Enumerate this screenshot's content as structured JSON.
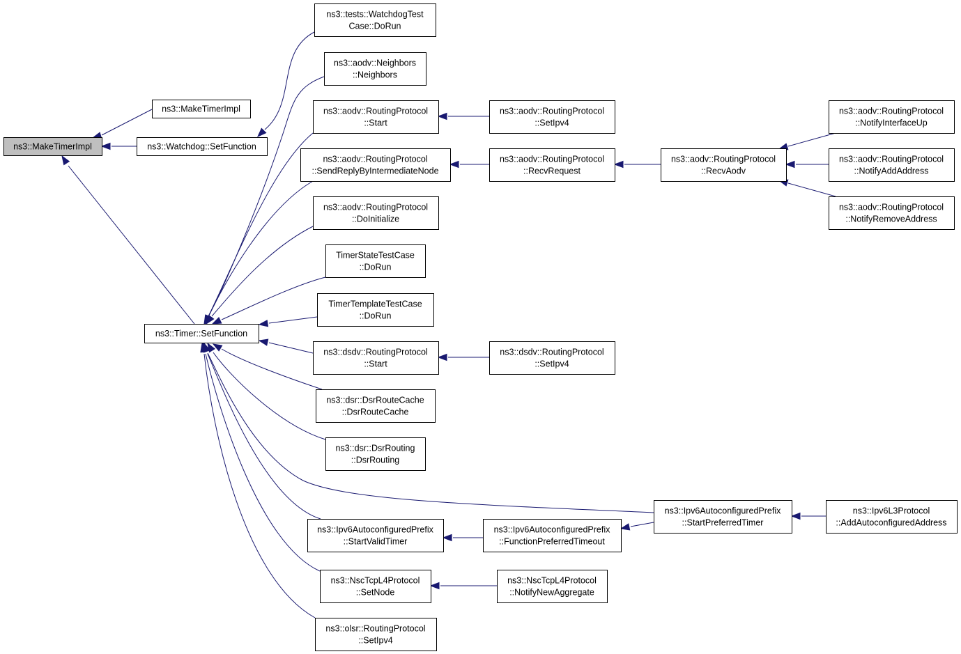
{
  "nodes": [
    {
      "id": "make_timer_impl",
      "lines": [
        "ns3::MakeTimerImpl"
      ],
      "highlight": true
    },
    {
      "id": "make_timer_impl_2",
      "lines": [
        "ns3::MakeTimerImpl"
      ]
    },
    {
      "id": "watchdog_setfunction",
      "lines": [
        "ns3::Watchdog::SetFunction"
      ]
    },
    {
      "id": "timer_setfunction",
      "lines": [
        "ns3::Timer::SetFunction"
      ]
    },
    {
      "id": "watchdog_test_dorun",
      "lines": [
        "ns3::tests::WatchdogTest",
        "Case::DoRun"
      ]
    },
    {
      "id": "aodv_neighbors",
      "lines": [
        "ns3::aodv::Neighbors",
        "::Neighbors"
      ]
    },
    {
      "id": "aodv_rp_start",
      "lines": [
        "ns3::aodv::RoutingProtocol",
        "::Start"
      ]
    },
    {
      "id": "aodv_rp_setipv4",
      "lines": [
        "ns3::aodv::RoutingProtocol",
        "::SetIpv4"
      ]
    },
    {
      "id": "aodv_rp_sendreply",
      "lines": [
        "ns3::aodv::RoutingProtocol",
        "::SendReplyByIntermediateNode"
      ]
    },
    {
      "id": "aodv_rp_recvrequest",
      "lines": [
        "ns3::aodv::RoutingProtocol",
        "::RecvRequest"
      ]
    },
    {
      "id": "aodv_rp_recvaodv",
      "lines": [
        "ns3::aodv::RoutingProtocol",
        "::RecvAodv"
      ]
    },
    {
      "id": "aodv_rp_notifyinterfaceup",
      "lines": [
        "ns3::aodv::RoutingProtocol",
        "::NotifyInterfaceUp"
      ]
    },
    {
      "id": "aodv_rp_notifyaddaddress",
      "lines": [
        "ns3::aodv::RoutingProtocol",
        "::NotifyAddAddress"
      ]
    },
    {
      "id": "aodv_rp_notifyremoveaddress",
      "lines": [
        "ns3::aodv::RoutingProtocol",
        "::NotifyRemoveAddress"
      ]
    },
    {
      "id": "aodv_rp_doinitialize",
      "lines": [
        "ns3::aodv::RoutingProtocol",
        "::DoInitialize"
      ]
    },
    {
      "id": "timer_state_test",
      "lines": [
        "TimerStateTestCase",
        "::DoRun"
      ]
    },
    {
      "id": "timer_template_test",
      "lines": [
        "TimerTemplateTestCase",
        "::DoRun"
      ]
    },
    {
      "id": "dsdv_rp_start",
      "lines": [
        "ns3::dsdv::RoutingProtocol",
        "::Start"
      ]
    },
    {
      "id": "dsdv_rp_setipv4",
      "lines": [
        "ns3::dsdv::RoutingProtocol",
        "::SetIpv4"
      ]
    },
    {
      "id": "dsr_route_cache",
      "lines": [
        "ns3::dsr::DsrRouteCache",
        "::DsrRouteCache"
      ]
    },
    {
      "id": "dsr_routing",
      "lines": [
        "ns3::dsr::DsrRouting",
        "::DsrRouting"
      ]
    },
    {
      "id": "ipv6_start_preferred",
      "lines": [
        "ns3::Ipv6AutoconfiguredPrefix",
        "::StartPreferredTimer"
      ]
    },
    {
      "id": "ipv6l3_add_autoconf",
      "lines": [
        "ns3::Ipv6L3Protocol",
        "::AddAutoconfiguredAddress"
      ]
    },
    {
      "id": "ipv6_start_valid",
      "lines": [
        "ns3::Ipv6AutoconfiguredPrefix",
        "::StartValidTimer"
      ]
    },
    {
      "id": "ipv6_function_preferred",
      "lines": [
        "ns3::Ipv6AutoconfiguredPrefix",
        "::FunctionPreferredTimeout"
      ]
    },
    {
      "id": "nsc_setnode",
      "lines": [
        "ns3::NscTcpL4Protocol",
        "::SetNode"
      ]
    },
    {
      "id": "nsc_notify_new_aggregate",
      "lines": [
        "ns3::NscTcpL4Protocol",
        "::NotifyNewAggregate"
      ]
    },
    {
      "id": "olsr_rp_setipv4",
      "lines": [
        "ns3::olsr::RoutingProtocol",
        "::SetIpv4"
      ]
    }
  ],
  "edges": [
    {
      "from": "make_timer_impl_2",
      "to": "make_timer_impl"
    },
    {
      "from": "watchdog_setfunction",
      "to": "make_timer_impl"
    },
    {
      "from": "timer_setfunction",
      "to": "make_timer_impl"
    },
    {
      "from": "watchdog_test_dorun",
      "to": "watchdog_setfunction"
    },
    {
      "from": "aodv_neighbors",
      "to": "timer_setfunction"
    },
    {
      "from": "aodv_rp_start",
      "to": "timer_setfunction"
    },
    {
      "from": "aodv_rp_sendreply",
      "to": "timer_setfunction"
    },
    {
      "from": "aodv_rp_doinitialize",
      "to": "timer_setfunction"
    },
    {
      "from": "timer_state_test",
      "to": "timer_setfunction"
    },
    {
      "from": "timer_template_test",
      "to": "timer_setfunction"
    },
    {
      "from": "dsdv_rp_start",
      "to": "timer_setfunction"
    },
    {
      "from": "dsr_route_cache",
      "to": "timer_setfunction"
    },
    {
      "from": "dsr_routing",
      "to": "timer_setfunction"
    },
    {
      "from": "ipv6_start_preferred",
      "to": "timer_setfunction"
    },
    {
      "from": "ipv6_start_valid",
      "to": "timer_setfunction"
    },
    {
      "from": "nsc_setnode",
      "to": "timer_setfunction"
    },
    {
      "from": "olsr_rp_setipv4",
      "to": "timer_setfunction"
    },
    {
      "from": "aodv_rp_setipv4",
      "to": "aodv_rp_start"
    },
    {
      "from": "aodv_rp_recvrequest",
      "to": "aodv_rp_sendreply"
    },
    {
      "from": "aodv_rp_recvaodv",
      "to": "aodv_rp_recvrequest"
    },
    {
      "from": "aodv_rp_notifyinterfaceup",
      "to": "aodv_rp_recvaodv"
    },
    {
      "from": "aodv_rp_notifyaddaddress",
      "to": "aodv_rp_recvaodv"
    },
    {
      "from": "aodv_rp_notifyremoveaddress",
      "to": "aodv_rp_recvaodv"
    },
    {
      "from": "dsdv_rp_setipv4",
      "to": "dsdv_rp_start"
    },
    {
      "from": "ipv6l3_add_autoconf",
      "to": "ipv6_start_preferred"
    },
    {
      "from": "ipv6_function_preferred",
      "to": "ipv6_start_valid"
    },
    {
      "from": "ipv6_start_preferred",
      "to": "ipv6_function_preferred"
    },
    {
      "from": "nsc_notify_new_aggregate",
      "to": "nsc_setnode"
    }
  ],
  "colors": {
    "edge": "#191970",
    "node_border": "#000000",
    "node_fill": "#ffffff",
    "root_fill": "#bfbfbf"
  }
}
